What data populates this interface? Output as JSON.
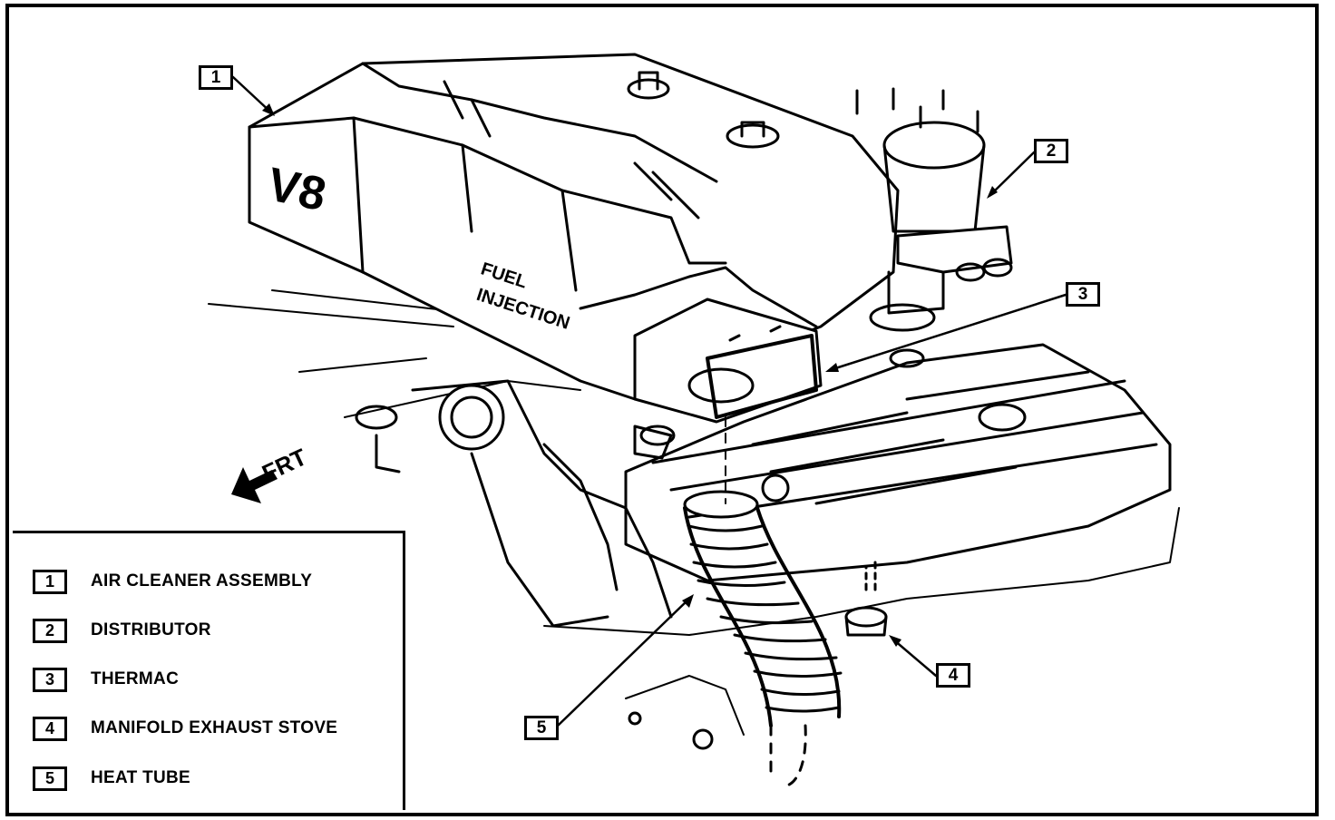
{
  "callouts": [
    "1",
    "2",
    "3",
    "4",
    "5"
  ],
  "labels": {
    "v8": "V8",
    "fuel": "FUEL",
    "injection": "INJECTION",
    "front": "FRT"
  },
  "legend": [
    {
      "num": "1",
      "label": "AIR CLEANER ASSEMBLY"
    },
    {
      "num": "2",
      "label": "DISTRIBUTOR"
    },
    {
      "num": "3",
      "label": "THERMAC"
    },
    {
      "num": "4",
      "label": "MANIFOLD EXHAUST STOVE"
    },
    {
      "num": "5",
      "label": "HEAT TUBE"
    }
  ]
}
